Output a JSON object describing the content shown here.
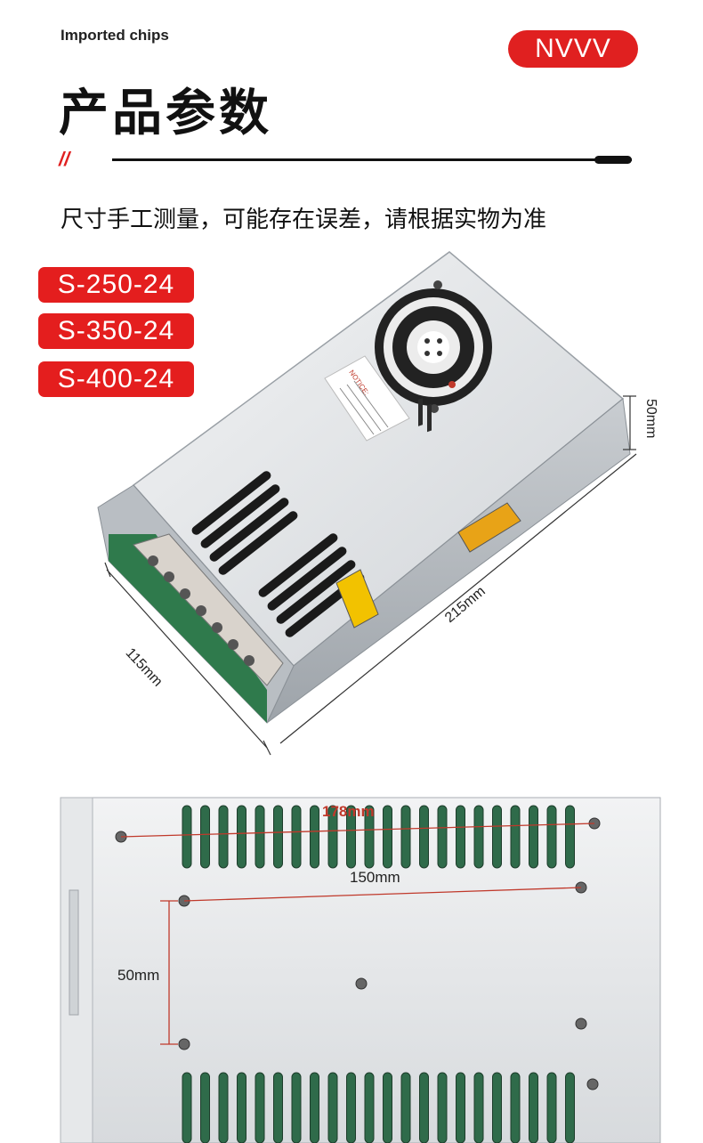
{
  "header": {
    "tagline": "Imported chips",
    "brand": "NVVV",
    "title": "产品参数",
    "slashes": "//",
    "note": "尺寸手工测量，可能存在误差，请根据实物为准"
  },
  "models": [
    "S-250-24",
    "S-350-24",
    "S-400-24"
  ],
  "top_view": {
    "label_depth": "115mm",
    "label_length": "215mm",
    "label_height": "50mm",
    "sticker_notice": "NOTICE:"
  },
  "bottom_view": {
    "label_outer": "178mm",
    "label_inner": "150mm",
    "label_vertical": "50mm"
  },
  "colors": {
    "accent": "#e02020",
    "metal": "#d9dcdf",
    "pcb": "#2f7a4c"
  }
}
